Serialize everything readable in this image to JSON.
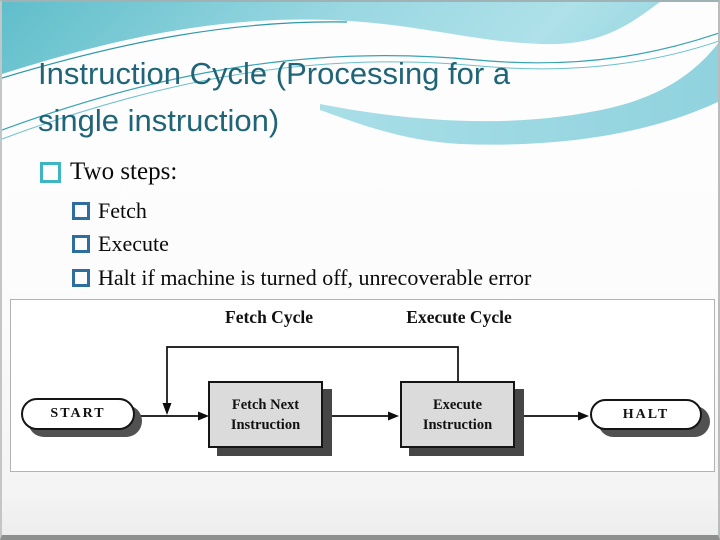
{
  "slide": {
    "title_lines": [
      "Instruction Cycle (Processing for a",
      "single instruction)"
    ],
    "bullets": {
      "level1": {
        "label": "Two steps:"
      },
      "items": [
        {
          "label": "Fetch"
        },
        {
          "label": "Execute"
        },
        {
          "label": "Halt if machine is turned off, unrecoverable error"
        }
      ]
    }
  },
  "diagram": {
    "phase_labels": [
      {
        "label": "Fetch Cycle"
      },
      {
        "label": "Execute Cycle"
      }
    ],
    "nodes": {
      "start": "START",
      "fetch": "Fetch Next Instruction",
      "execute": "Execute Instruction",
      "halt": "HALT"
    }
  },
  "colors": {
    "title_text": "#206577",
    "level1_bullet": "#3eb5c2",
    "level2_bullet": "#2e6e9f",
    "wave_teal_dark": "#5fbeca",
    "wave_teal_light": "#aee1e9",
    "process_box_fill": "#dbdbdb",
    "shadow_gray": "#4a4a4a"
  }
}
